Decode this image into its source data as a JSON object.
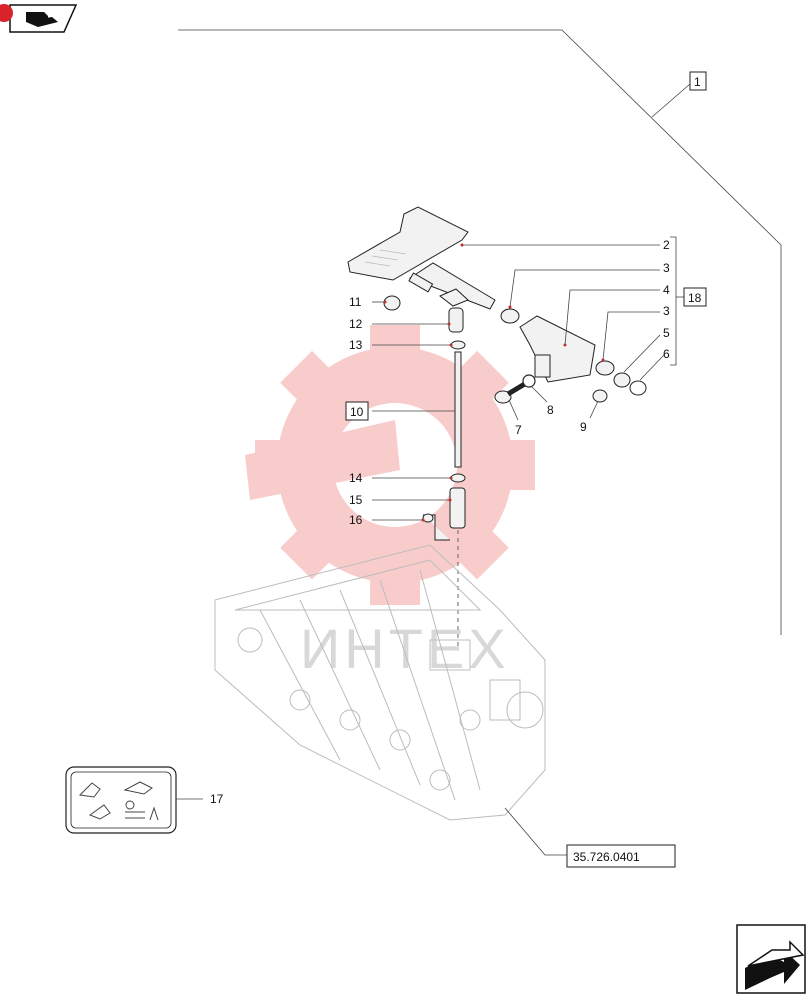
{
  "header": {
    "icon_name": "book-page-icon",
    "badge_icon_name": "red-dot-icon"
  },
  "footer": {
    "next_icon_name": "arrow-next-icon"
  },
  "watermark": {
    "text": "ИНТЕХ",
    "color": "#f08080"
  },
  "frame_ref": "1",
  "group_ref": "18",
  "rod_ref": "10",
  "assembly_ref": "35.726.0401",
  "callouts": {
    "c2": "2",
    "c3a": "3",
    "c4": "4",
    "c3b": "3",
    "c5": "5",
    "c6": "6",
    "c7": "7",
    "c8": "8",
    "c9": "9",
    "c11": "11",
    "c12": "12",
    "c13": "13",
    "c14": "14",
    "c15": "15",
    "c16": "16",
    "c17": "17"
  },
  "colors": {
    "line": "#222222",
    "callout_dot": "#c03030"
  }
}
